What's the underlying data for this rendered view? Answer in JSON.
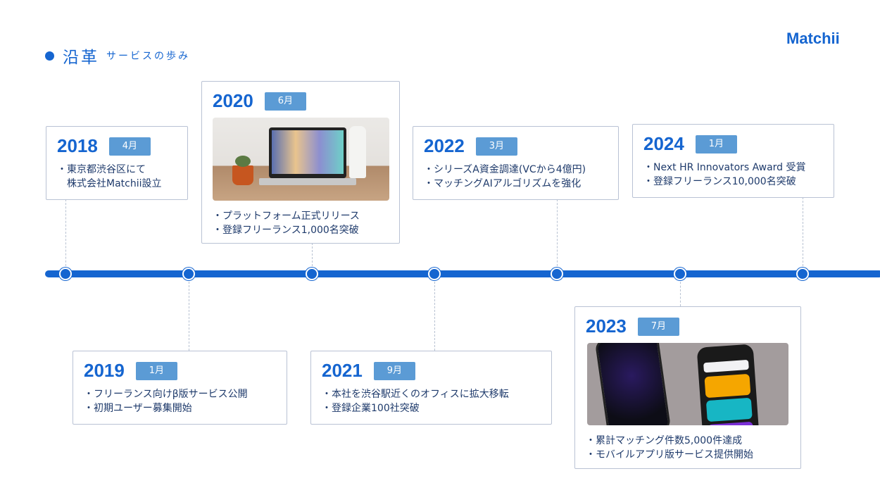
{
  "header": {
    "title": "沿革",
    "subtitle": "サービスの歩み",
    "logo": "Matchii"
  },
  "milestones": [
    {
      "year": "2018",
      "month": "4月",
      "items": [
        "東京都渋谷区にて",
        "　株式会社Matchii設立"
      ]
    },
    {
      "year": "2019",
      "month": "1月",
      "items": [
        "フリーランス向けβ版サービス公開",
        "初期ユーザー募集開始"
      ]
    },
    {
      "year": "2020",
      "month": "6月",
      "items": [
        "プラットフォーム正式リリース",
        "登録フリーランス1,000名突破"
      ]
    },
    {
      "year": "2021",
      "month": "9月",
      "items": [
        "本社を渋谷駅近くのオフィスに拡大移転",
        "登録企業100社突破"
      ]
    },
    {
      "year": "2022",
      "month": "3月",
      "items": [
        "シリーズA資金調達(VCから4億円)",
        "マッチングAIアルゴリズムを強化"
      ]
    },
    {
      "year": "2023",
      "month": "7月",
      "items": [
        "累計マッチング件数5,000件達成",
        "モバイルアプリ版サービス提供開始"
      ]
    },
    {
      "year": "2024",
      "month": "1月",
      "items": [
        "Next HR Innovators Award 受賞",
        "登録フリーランス10,000名突破"
      ]
    }
  ],
  "colors": {
    "accent": "#1565d0",
    "badge": "#5b9bd5",
    "text": "#1e3a6b"
  }
}
